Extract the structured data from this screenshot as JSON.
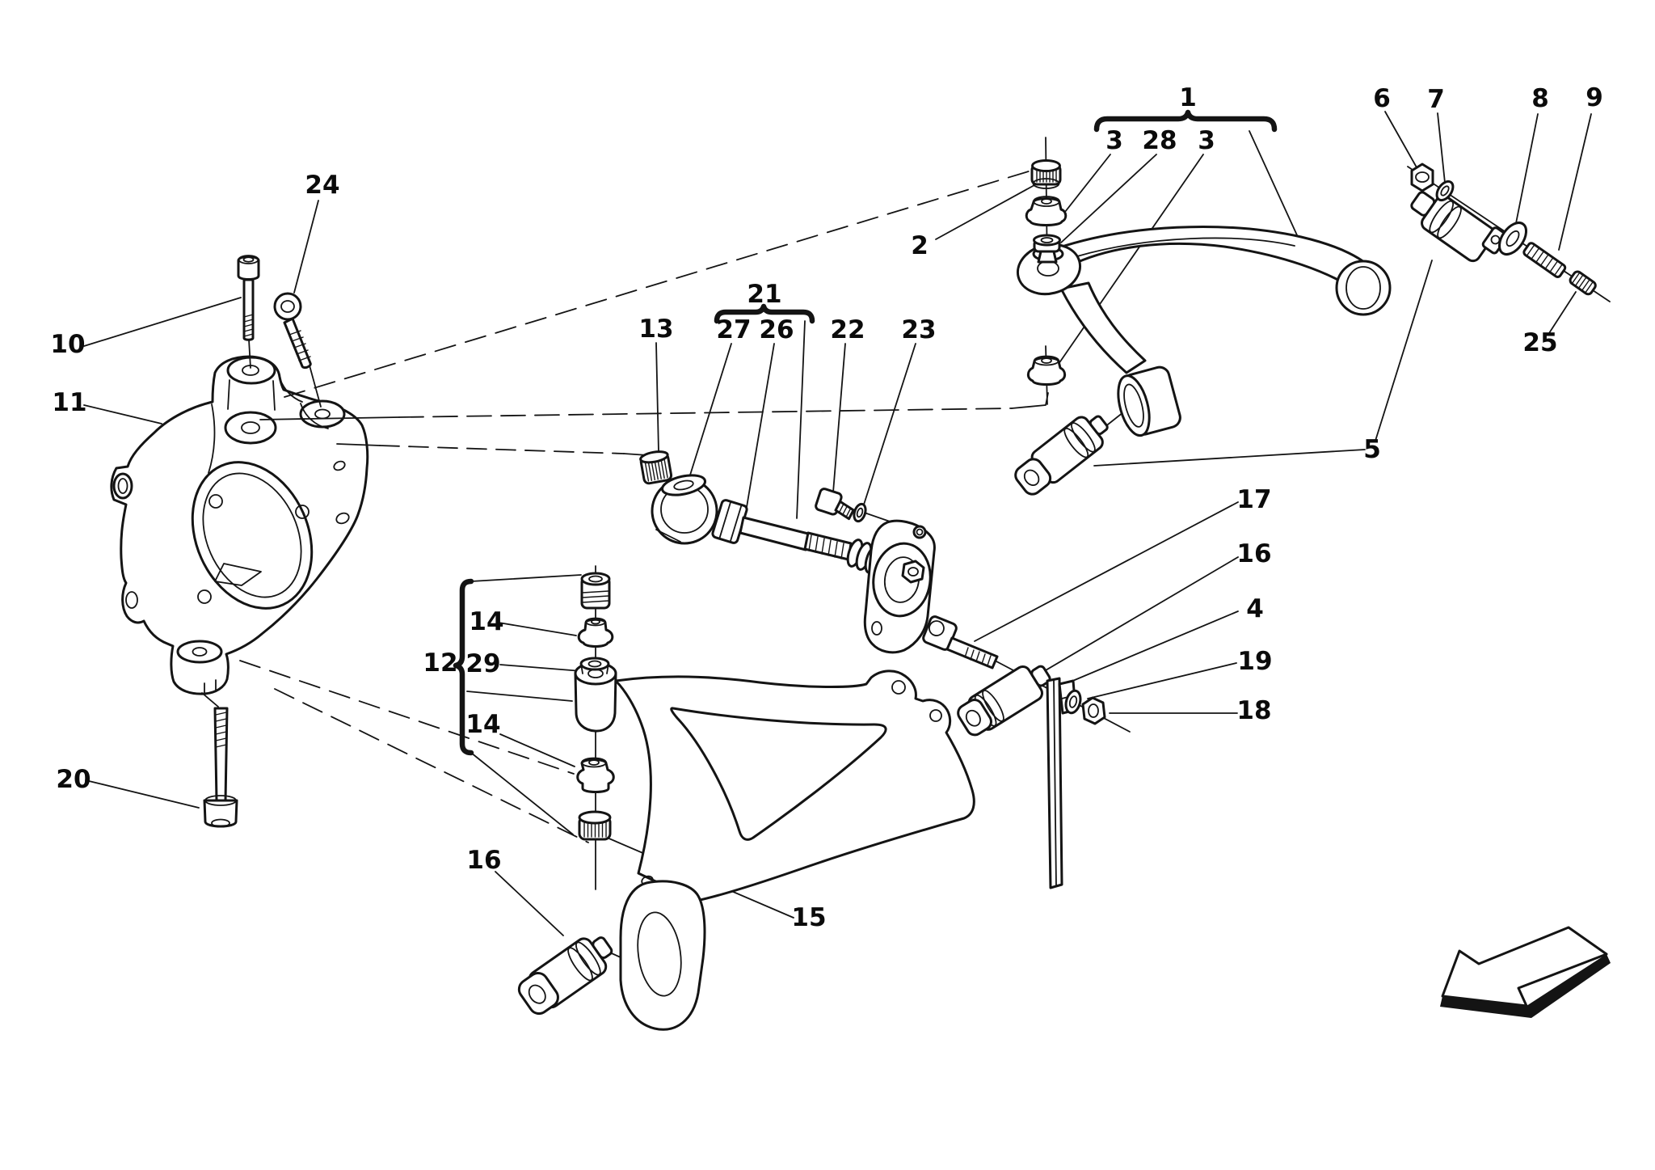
{
  "figure": {
    "background_color": "#ffffff",
    "ink_color": "#141414"
  },
  "callouts": [
    {
      "id": "c1",
      "text": "1"
    },
    {
      "id": "c3a",
      "text": "3"
    },
    {
      "id": "c28",
      "text": "28"
    },
    {
      "id": "c3b",
      "text": "3"
    },
    {
      "id": "c2",
      "text": "2"
    },
    {
      "id": "c6",
      "text": "6"
    },
    {
      "id": "c7",
      "text": "7"
    },
    {
      "id": "c8",
      "text": "8"
    },
    {
      "id": "c9",
      "text": "9"
    },
    {
      "id": "c25",
      "text": "25"
    },
    {
      "id": "c5",
      "text": "5"
    },
    {
      "id": "c24",
      "text": "24"
    },
    {
      "id": "c10",
      "text": "10"
    },
    {
      "id": "c11",
      "text": "11"
    },
    {
      "id": "c13",
      "text": "13"
    },
    {
      "id": "c21",
      "text": "21"
    },
    {
      "id": "c27",
      "text": "27"
    },
    {
      "id": "c26",
      "text": "26"
    },
    {
      "id": "c22",
      "text": "22"
    },
    {
      "id": "c23",
      "text": "23"
    },
    {
      "id": "c17",
      "text": "17"
    },
    {
      "id": "c16r",
      "text": "16"
    },
    {
      "id": "c4",
      "text": "4"
    },
    {
      "id": "c19",
      "text": "19"
    },
    {
      "id": "c18",
      "text": "18"
    },
    {
      "id": "c12",
      "text": "12"
    },
    {
      "id": "c14a",
      "text": "14"
    },
    {
      "id": "c29",
      "text": "29"
    },
    {
      "id": "c14b",
      "text": "14"
    },
    {
      "id": "c20",
      "text": "20"
    },
    {
      "id": "c16b",
      "text": "16"
    },
    {
      "id": "c15",
      "text": "15"
    }
  ]
}
